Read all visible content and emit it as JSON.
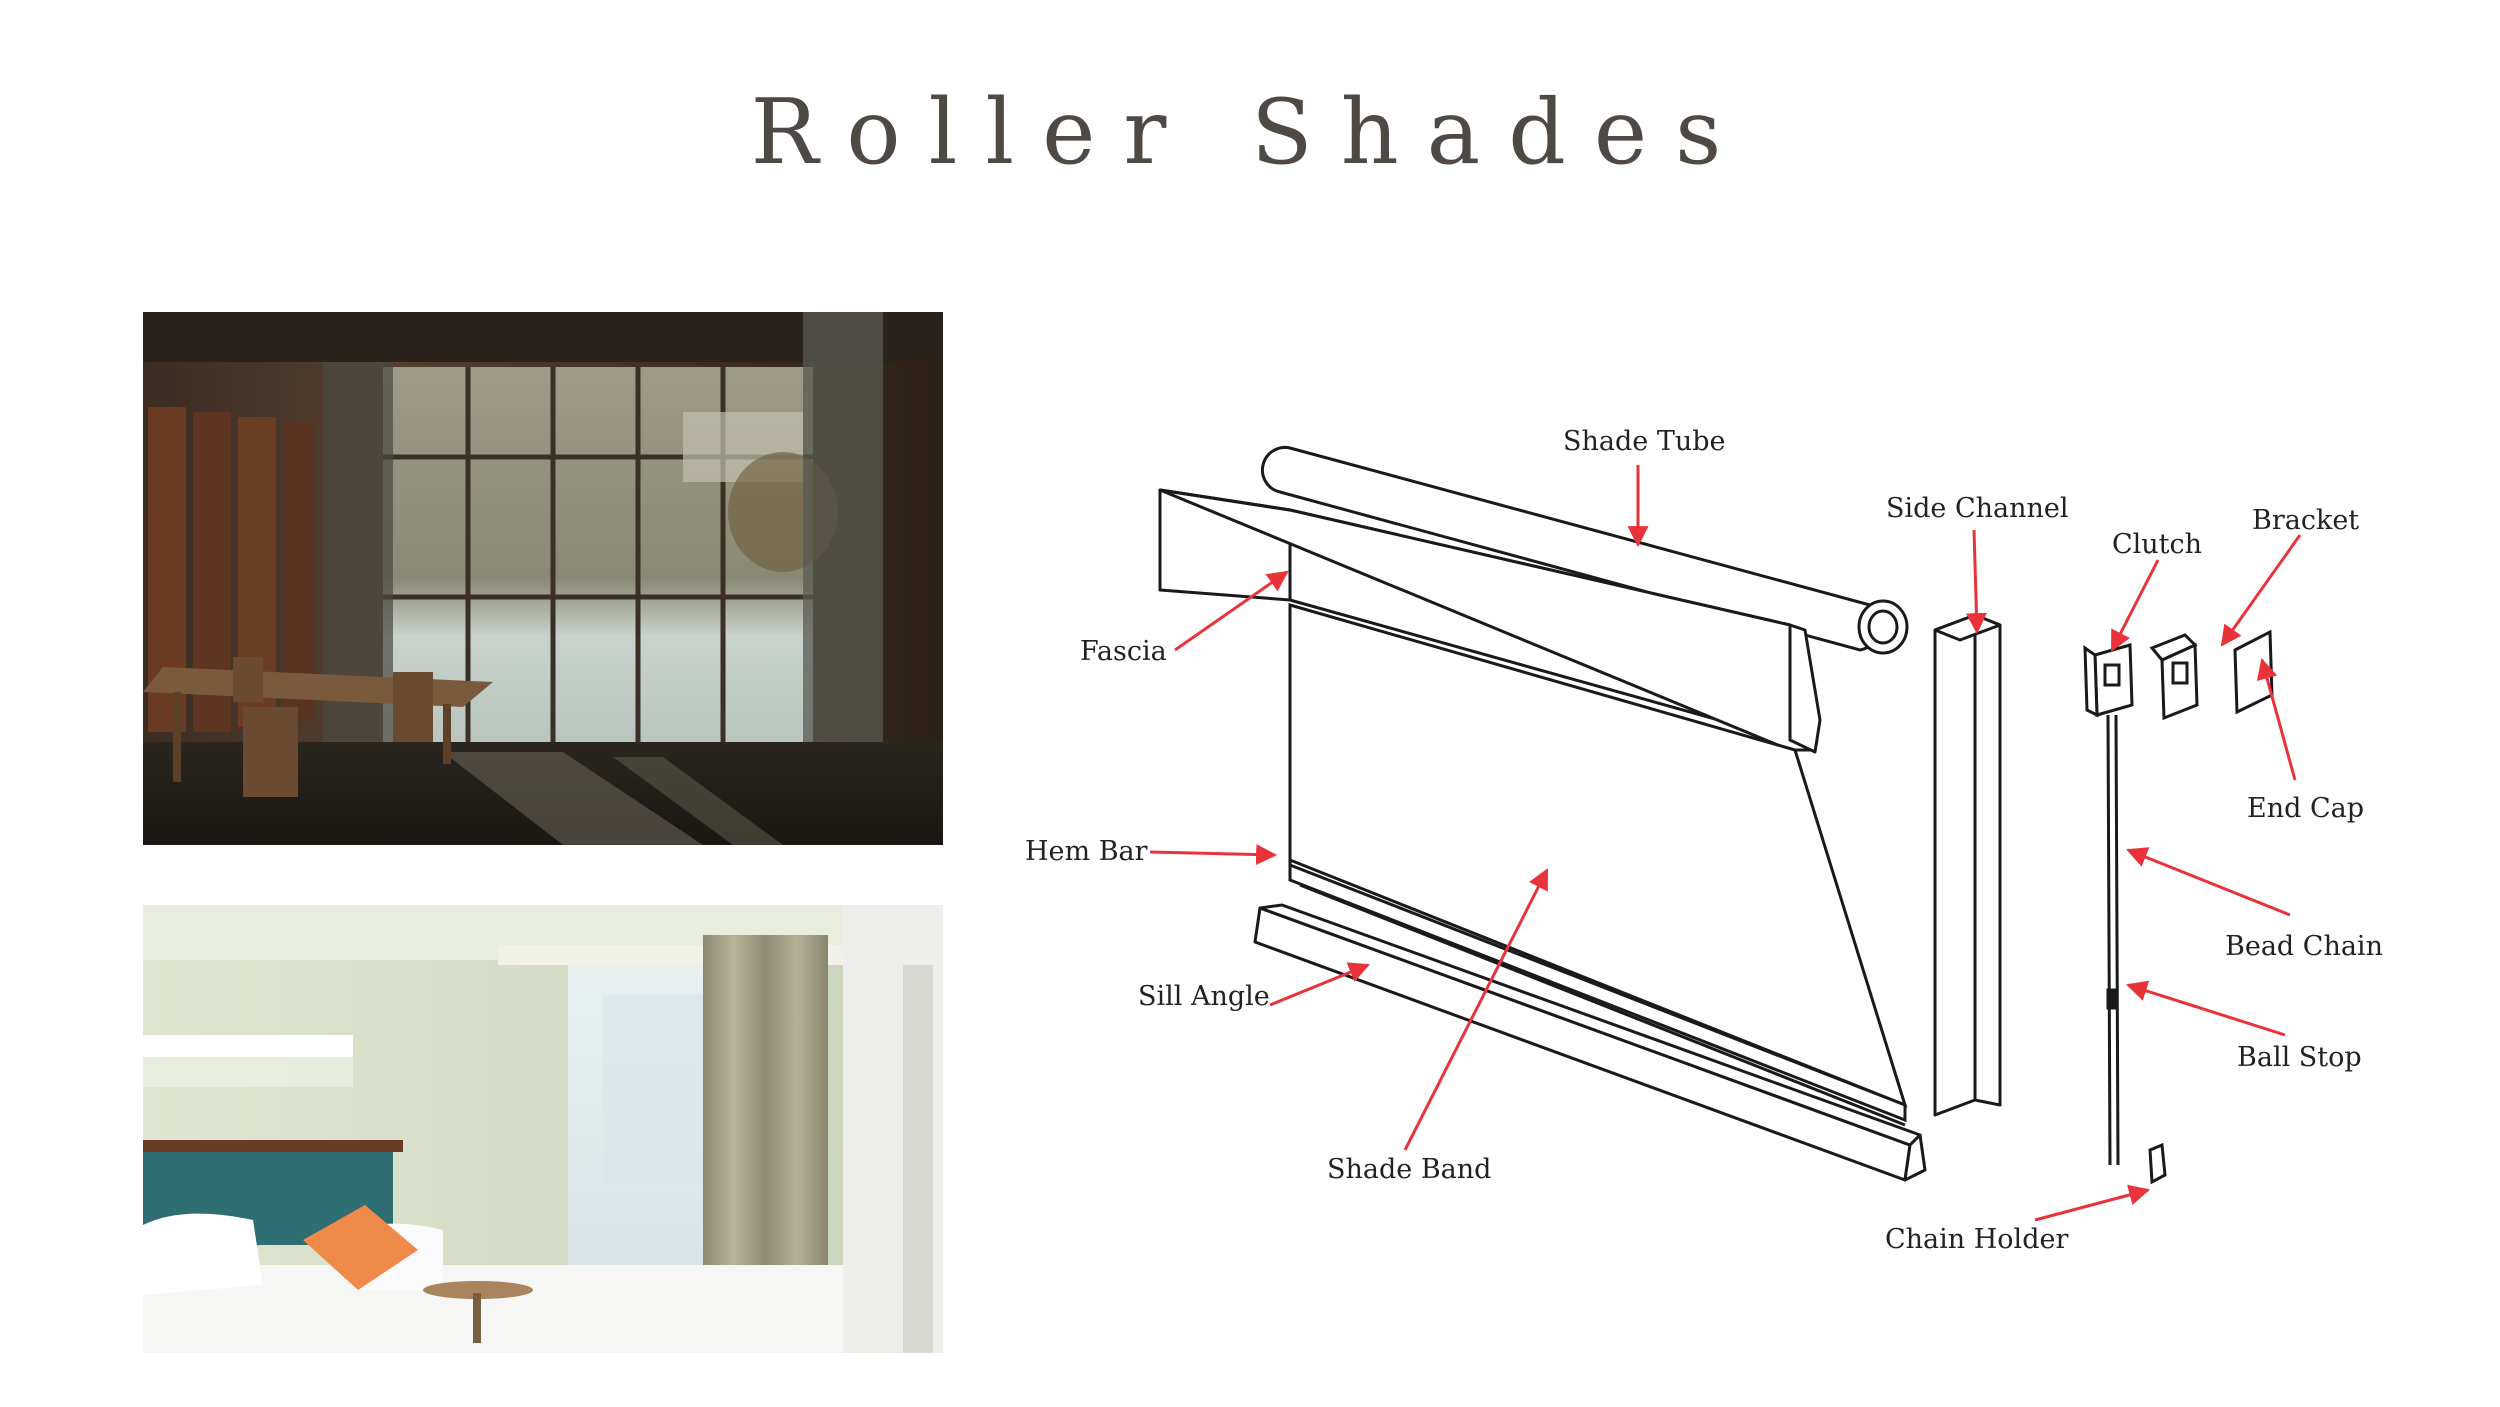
{
  "title": "Roller Shades",
  "photos": [
    {
      "name": "dining-room-photo"
    },
    {
      "name": "bedroom-photo"
    }
  ],
  "diagram": {
    "labels": {
      "shade_tube": "Shade Tube",
      "side_channel": "Side Channel",
      "clutch": "Clutch",
      "bracket": "Bracket",
      "fascia": "Fascia",
      "end_cap": "End Cap",
      "hem_bar": "Hem Bar",
      "bead_chain": "Bead Chain",
      "sill_angle": "Sill Angle",
      "ball_stop": "Ball Stop",
      "shade_band": "Shade Band",
      "chain_holder": "Chain Holder"
    },
    "colors": {
      "line": "#1a1a1a",
      "arrow": "#e8333a"
    }
  }
}
